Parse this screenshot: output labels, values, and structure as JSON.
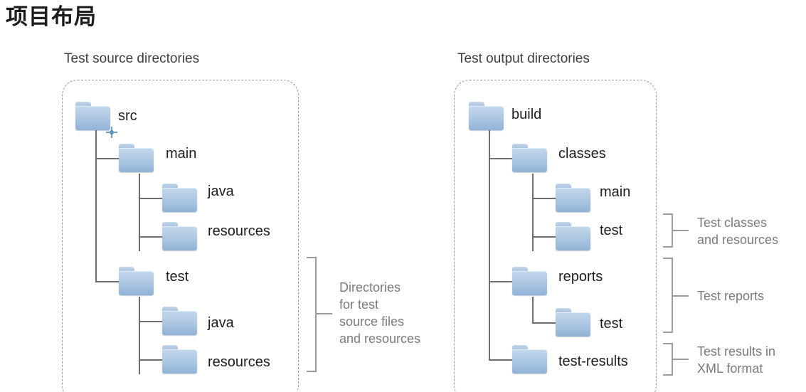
{
  "title": "项目布局",
  "panels": {
    "left": {
      "caption": "Test source directories",
      "nodes": [
        {
          "label": "src",
          "level": 0
        },
        {
          "label": "main",
          "level": 1
        },
        {
          "label": "java",
          "level": 2
        },
        {
          "label": "resources",
          "level": 2
        },
        {
          "label": "test",
          "level": 1
        },
        {
          "label": "java",
          "level": 2
        },
        {
          "label": "resources",
          "level": 2
        }
      ]
    },
    "right": {
      "caption": "Test output directories",
      "nodes": [
        {
          "label": "build",
          "level": 0
        },
        {
          "label": "classes",
          "level": 1
        },
        {
          "label": "main",
          "level": 2
        },
        {
          "label": "test",
          "level": 2
        },
        {
          "label": "reports",
          "level": 1
        },
        {
          "label": "test",
          "level": 2
        },
        {
          "label": "test-results",
          "level": 1
        }
      ]
    }
  },
  "annotations": {
    "left": "Directories\nfor test\nsource files\nand resources",
    "right": [
      "Test classes\nand resources",
      "Test reports",
      "Test results in\nXML format"
    ]
  },
  "colors": {
    "folder_top": "#c3d8ec",
    "folder_bottom": "#90b2d6",
    "folder_tab": "#b9cfe6",
    "tree_line": "#6e6e6e",
    "panel_border": "#9a9a9a",
    "annotation_text": "#7a7a7a",
    "label_text": "#1e1e1e",
    "title_text": "#1d1d1d",
    "marker": "#4f86b0"
  }
}
